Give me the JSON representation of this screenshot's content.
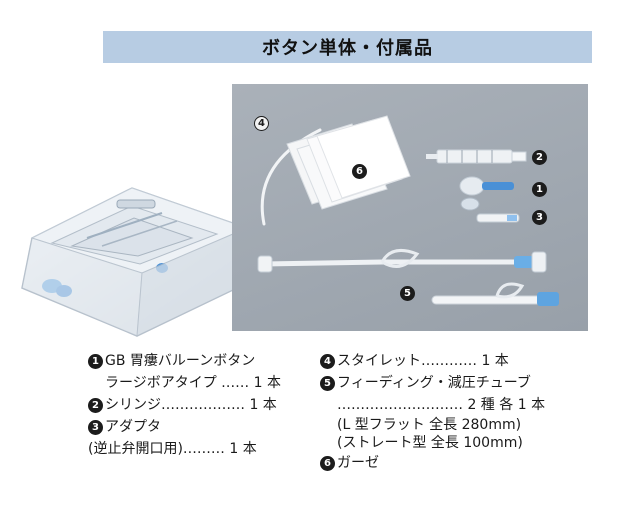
{
  "title": "ボタン単体・付属品",
  "callouts": {
    "n1": "1",
    "n2": "2",
    "n3": "3",
    "n4": "4",
    "n5": "5",
    "n6": "6"
  },
  "left_list": [
    {
      "num": "1",
      "line1": "GB 胃瘻バルーンボタン",
      "line2": "ラージボアタイプ …… 1 本"
    },
    {
      "num": "2",
      "line1": "シリンジ……………… 1 本"
    },
    {
      "num": "3",
      "line1": "アダプタ",
      "line2": "(逆止弁開口用)……… 1 本"
    }
  ],
  "right_list": [
    {
      "num": "4",
      "line1": "スタイレット………… 1 本"
    },
    {
      "num": "5",
      "line1": "フィーディング・減圧チューブ",
      "line2": "……………………… 2 種 各 1 本",
      "line3": "(L 型フラット 全長 280mm)",
      "line4": "(ストレート型 全長 100mm)"
    },
    {
      "num": "6",
      "line1": "ガーゼ"
    }
  ],
  "colors": {
    "banner": "#b7cce3",
    "photo_bg": "#a3abb4",
    "accent_blue": "#4a90d6"
  }
}
